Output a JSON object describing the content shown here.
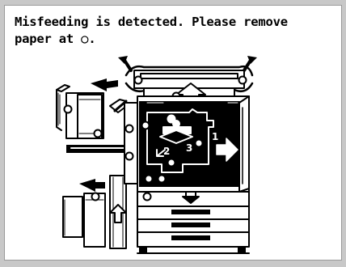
{
  "message": {
    "line1": "Misfeeding is detected. Please remove",
    "line2": "paper at ○."
  },
  "diagram": {
    "callouts": [
      "1",
      "2",
      "3"
    ],
    "icons": [
      "copier-machine-icon",
      "remove-arrow-icon",
      "paper-location-marker-icon"
    ]
  }
}
